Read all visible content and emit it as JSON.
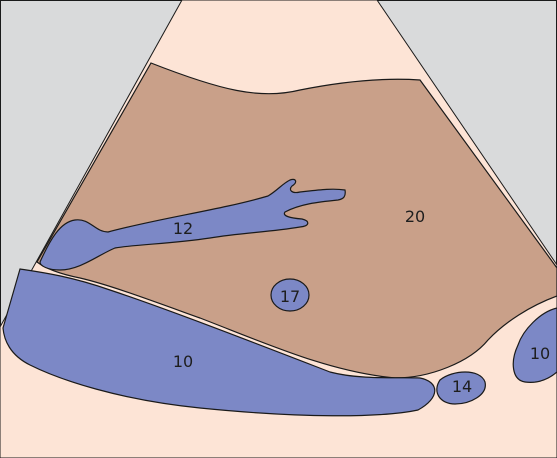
{
  "colors": {
    "background": "#d9dadb",
    "skin": "#fde4d6",
    "parenchyma": "#c9a089",
    "vessel": "#7c88c6",
    "outline": "#1a1a1a"
  },
  "labels": {
    "l20": "20",
    "l12": "12",
    "l17": "17",
    "l10_main": "10",
    "l14": "14",
    "l10_right": "10"
  }
}
